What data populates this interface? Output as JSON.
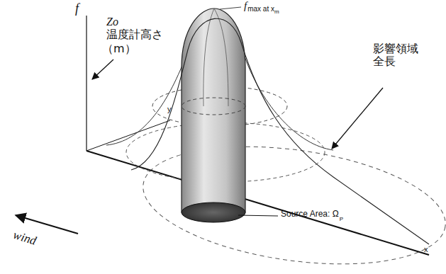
{
  "diagram": {
    "labels": [
      "f",
      "f",
      "max at x",
      "m",
      "Zo",
      "温度計高さ",
      "（m）",
      "影響領域 全長",
      "y",
      "x",
      "wind",
      "Source Area: Ω",
      "P"
    ]
  }
}
